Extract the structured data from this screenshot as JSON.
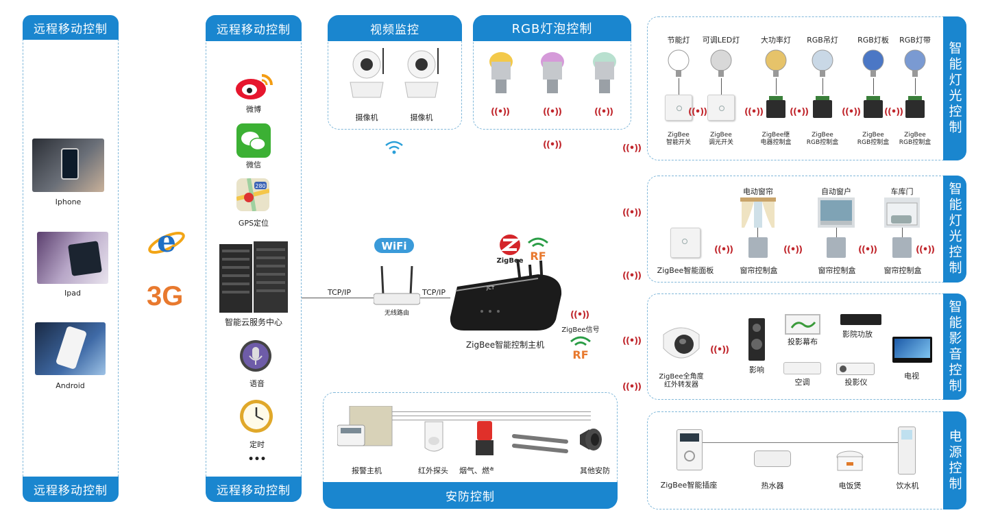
{
  "remote_left": {
    "header_top": "远程移动控制",
    "header_bottom": "远程移动控制",
    "devices": [
      {
        "label": "Iphone"
      },
      {
        "label": "Ipad"
      },
      {
        "label": "Android"
      }
    ]
  },
  "net_3g": "3G",
  "remote_mid": {
    "header_top": "远程移动控制",
    "header_bottom": "远程移动控制",
    "items": [
      {
        "label": "微博"
      },
      {
        "label": "微信"
      },
      {
        "label": "GPS定位"
      },
      {
        "label": "智能云服务中心"
      },
      {
        "label": "语音"
      },
      {
        "label": "定时"
      }
    ],
    "more": "•••",
    "gps_badge": "280"
  },
  "video": {
    "header": "视频监控",
    "cams": [
      {
        "label": "摄像机"
      },
      {
        "label": "摄像机"
      }
    ]
  },
  "rgb_bulb": {
    "header": "RGB灯泡控制"
  },
  "center": {
    "wifi": "WiFi",
    "router_label": "无线路由",
    "tcp_left": "TCP/IP",
    "tcp_right": "TCP/IP",
    "host_label": "ZigBee智能控制主机",
    "zigbee_signal": "ZigBee信号",
    "zigbee_logo": "ZigBee",
    "rf": "RF",
    "host_brand": "JCT"
  },
  "security": {
    "header": "安防控制",
    "items": [
      {
        "label": "报警主机"
      },
      {
        "label": "红外探头"
      },
      {
        "label": "烟气、燃气"
      },
      {
        "label": "其他安防"
      }
    ]
  },
  "light1": {
    "tab": "智能灯光控制",
    "top_labels": [
      "节能灯",
      "可调LED灯",
      "大功率灯",
      "RGB吊灯",
      "RGB灯板",
      "RGB灯带"
    ],
    "bottom_labels": [
      [
        "ZigBee",
        "智能开关"
      ],
      [
        "ZigBee",
        "调光开关"
      ],
      [
        "ZigBee继",
        "电器控制盒"
      ],
      [
        "ZigBee",
        "RGB控制盒"
      ],
      [
        "ZigBee",
        "RGB控制盒"
      ],
      [
        "ZigBee",
        "RGB控制盒"
      ]
    ]
  },
  "light2": {
    "tab": "智能灯光控制",
    "top_labels": [
      "电动窗帘",
      "自动窗户",
      "车库门"
    ],
    "panel_label": "ZigBee智能面板",
    "box_labels": [
      "窗帘控制盒",
      "窗帘控制盒",
      "窗帘控制盒"
    ]
  },
  "av": {
    "tab": "智能影音控制",
    "ir_label": [
      "ZigBee全角度",
      "红外转发器"
    ],
    "items": [
      {
        "label": "影响"
      },
      {
        "label": "投影幕布"
      },
      {
        "label": "空调"
      },
      {
        "label": "影院功放"
      },
      {
        "label": "投影仪"
      },
      {
        "label": "电视"
      }
    ]
  },
  "power": {
    "tab": "电源控制",
    "items": [
      {
        "label": "ZigBee智能插座"
      },
      {
        "label": "热水器"
      },
      {
        "label": "电饭煲"
      },
      {
        "label": "饮水机"
      }
    ]
  },
  "signal_glyph": "((•))",
  "colors": {
    "accent": "#1a86cf",
    "signal": "#c0262c",
    "orange": "#e8792e"
  }
}
